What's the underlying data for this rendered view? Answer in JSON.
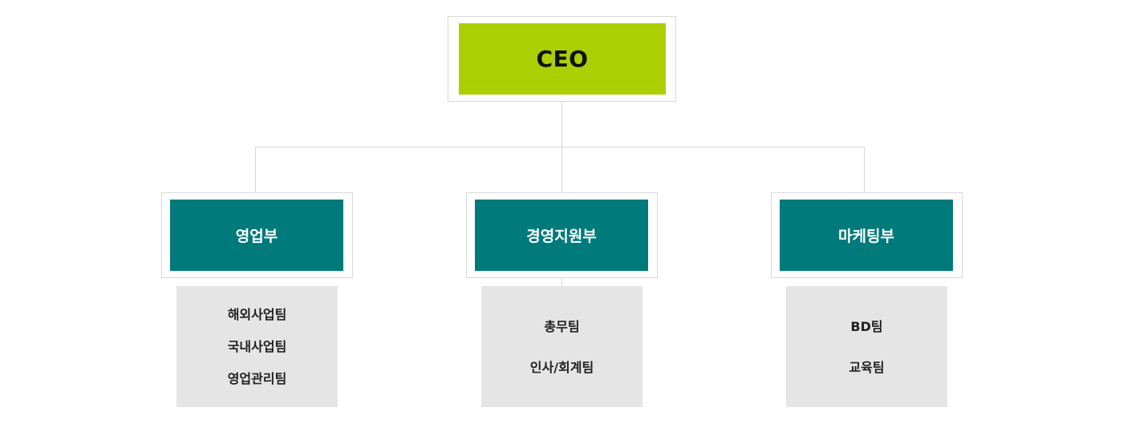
{
  "colors": {
    "ceo": "#accf04",
    "department": "#007a7b",
    "team_panel": "#e5e5e5",
    "connector": "#d6d6d6"
  },
  "ceo": {
    "label": "CEO"
  },
  "departments": [
    {
      "label": "영업부",
      "teams": [
        "해외사업팀",
        "국내사업팀",
        "영업관리팀"
      ]
    },
    {
      "label": "경영지원부",
      "teams": [
        "총무팀",
        "인사/회계팀"
      ]
    },
    {
      "label": "마케팅부",
      "teams": [
        "BD팀",
        "교육팀"
      ]
    }
  ]
}
